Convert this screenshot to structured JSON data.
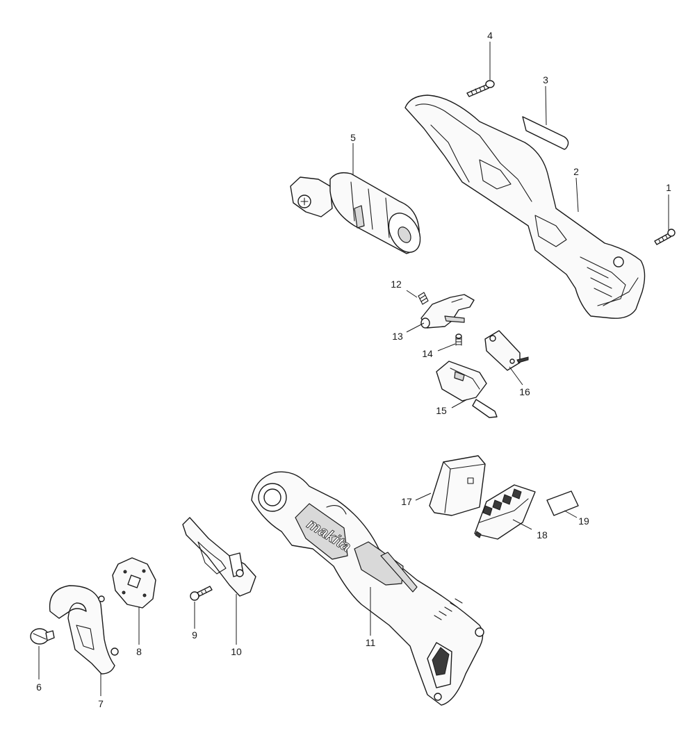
{
  "brand_mark": "makita",
  "callouts": [
    {
      "id": "1",
      "text": "1"
    },
    {
      "id": "2",
      "text": "2"
    },
    {
      "id": "3",
      "text": "3"
    },
    {
      "id": "4",
      "text": "4"
    },
    {
      "id": "5",
      "text": "5"
    },
    {
      "id": "6",
      "text": "6"
    },
    {
      "id": "7",
      "text": "7"
    },
    {
      "id": "8",
      "text": "8"
    },
    {
      "id": "9",
      "text": "9"
    },
    {
      "id": "10",
      "text": "10"
    },
    {
      "id": "11",
      "text": "11"
    },
    {
      "id": "12",
      "text": "12"
    },
    {
      "id": "13",
      "text": "13"
    },
    {
      "id": "14",
      "text": "14"
    },
    {
      "id": "15",
      "text": "15"
    },
    {
      "id": "16",
      "text": "16"
    },
    {
      "id": "17",
      "text": "17"
    },
    {
      "id": "18",
      "text": "18"
    },
    {
      "id": "19",
      "text": "19"
    }
  ]
}
